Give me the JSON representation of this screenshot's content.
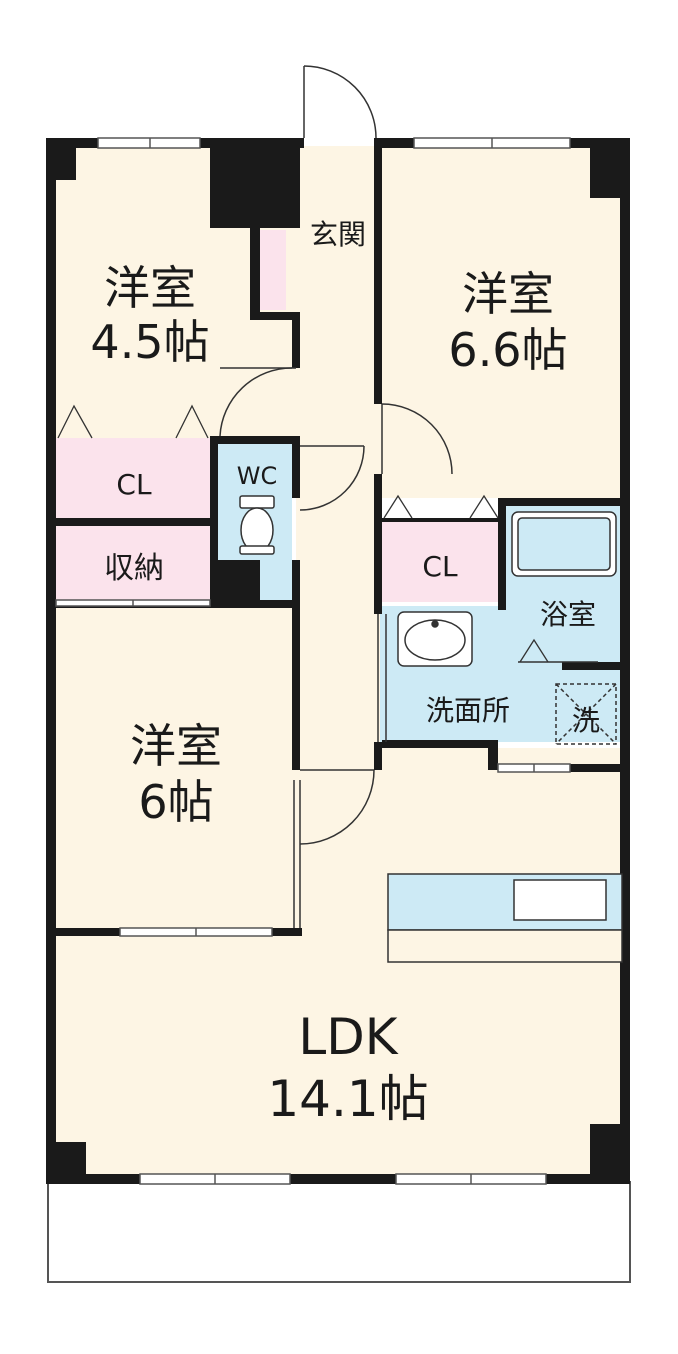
{
  "rooms": {
    "western_45": {
      "name": "洋室",
      "size": "4.5帖"
    },
    "western_66": {
      "name": "洋室",
      "size": "6.6帖"
    },
    "western_6": {
      "name": "洋室",
      "size": "6帖"
    },
    "ldk": {
      "name": "LDK",
      "size": "14.1帖"
    },
    "entrance": "玄関",
    "wc": "WC",
    "closet_left": "CL",
    "closet_right": "CL",
    "storage": "収納",
    "bathroom": "浴室",
    "washroom": "洗面所",
    "washer": "洗"
  },
  "colors": {
    "room_floor": "#fdf5e4",
    "closet": "#fbe3ec",
    "water": "#cdeaf5",
    "wall": "#1a1a1a"
  }
}
